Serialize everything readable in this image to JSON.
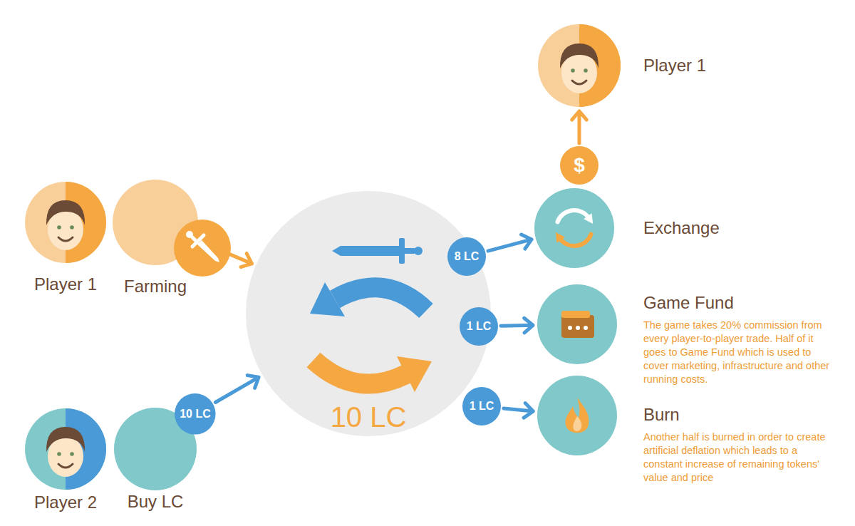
{
  "diagram": {
    "nodes": [
      {
        "text": [
          "Player 1"
        ]
      },
      {
        "text": [
          "Farming"
        ]
      },
      {
        "text": [
          "Player 2"
        ]
      },
      {
        "text": [
          "Buy LC"
        ]
      },
      {
        "text": [
          "10 LC"
        ]
      },
      {
        "text": [
          "10 LC"
        ]
      },
      {
        "text": [
          "8 LC"
        ]
      },
      {
        "text": [
          "1 LC"
        ]
      },
      {
        "text": [
          "1 LC"
        ]
      },
      {
        "text": [
          "Exchange"
        ]
      },
      {
        "text": [
          "$"
        ]
      },
      {
        "text": [
          "Player 1"
        ]
      },
      {
        "text": [
          "Game Fund",
          "The game takes 20% commission from every player-to-player trade. Half of it goes to Game Fund which is used to cover marketing, infrastructure and other running costs."
        ]
      },
      {
        "text": [
          "Burn",
          "Another half is burned in order to create artificial deflation which leads to a constant increase of remaining tokens' value and price"
        ]
      }
    ],
    "edges": [
      {
        "from": 1,
        "to": 5,
        "arrow": "to"
      },
      {
        "from": 4,
        "to": 5,
        "arrow": "to"
      },
      {
        "from": 6,
        "to": 9,
        "arrow": "to"
      },
      {
        "from": 7,
        "to": 12,
        "arrow": "to"
      },
      {
        "from": 8,
        "to": 13,
        "arrow": "to"
      },
      {
        "from": 10,
        "to": 11,
        "arrow": "to"
      }
    ]
  }
}
